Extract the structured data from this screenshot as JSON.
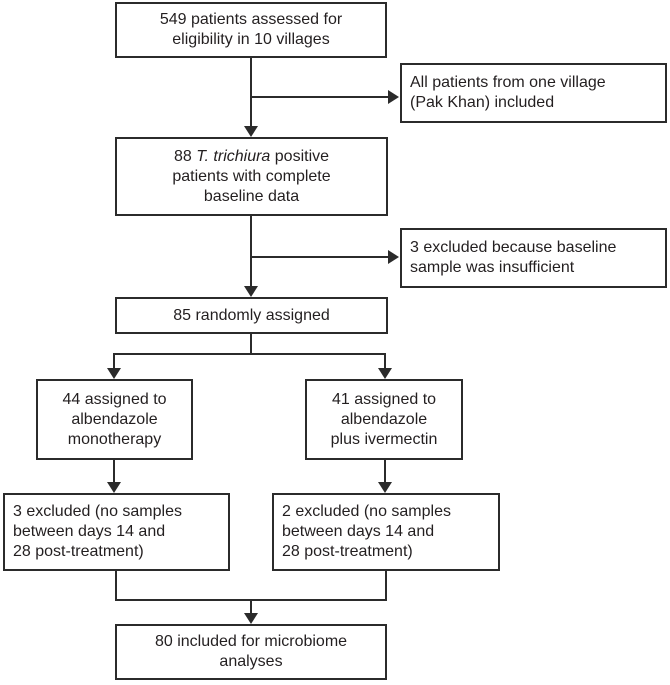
{
  "diagram": {
    "type": "flowchart",
    "colors": {
      "line": "#2b2b2b",
      "text": "#231f20",
      "background": "#ffffff"
    },
    "boxes": {
      "eligibility": {
        "text": "549 patients assessed for\neligibility in 10 villages"
      },
      "village_included": {
        "text": "All patients from one village\n(Pak Khan) included"
      },
      "positive": {
        "pre": "88 ",
        "italic": "T. trichiura",
        "post": " positive\npatients with complete\nbaseline data"
      },
      "excluded_baseline": {
        "text": "3 excluded because baseline\nsample was insufficient"
      },
      "randomized": {
        "text": "85 randomly assigned"
      },
      "arm_albendazole": {
        "text": "44 assigned to\nalbendazole\nmonotherapy"
      },
      "arm_combination": {
        "text": "41 assigned to\nalbendazole\nplus ivermectin"
      },
      "excluded_albendazole": {
        "text": "3 excluded (no samples\nbetween days 14 and\n28 post-treatment)"
      },
      "excluded_combination": {
        "text": "2 excluded (no samples\nbetween days 14 and\n28 post-treatment)"
      },
      "included_microbiome": {
        "text": "80 included for microbiome\nanalyses"
      }
    }
  }
}
